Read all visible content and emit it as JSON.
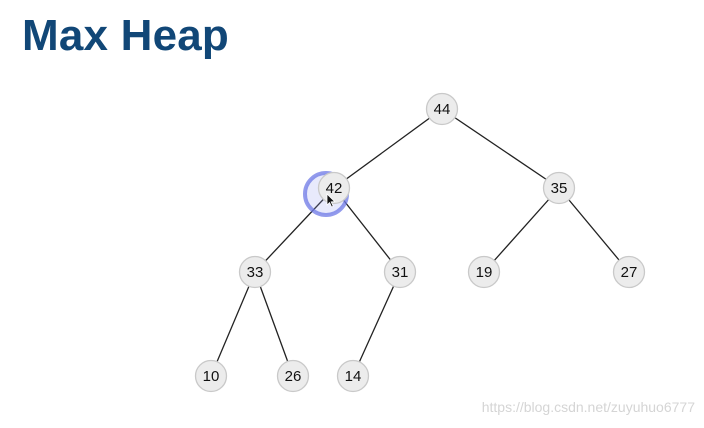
{
  "title": "Max Heap",
  "tree": {
    "nodes": [
      {
        "id": "n0",
        "value": "44",
        "level": 0,
        "slot": 0.0
      },
      {
        "id": "n1",
        "value": "42",
        "level": 1,
        "slot": 0.0
      },
      {
        "id": "n2",
        "value": "35",
        "level": 1,
        "slot": 1.0
      },
      {
        "id": "n3",
        "value": "33",
        "level": 2,
        "slot": 0.0
      },
      {
        "id": "n4",
        "value": "31",
        "level": 2,
        "slot": 1.0
      },
      {
        "id": "n5",
        "value": "19",
        "level": 2,
        "slot": 2.0
      },
      {
        "id": "n6",
        "value": "27",
        "level": 2,
        "slot": 3.0
      },
      {
        "id": "n7",
        "value": "10",
        "level": 3,
        "slot": 0.0
      },
      {
        "id": "n8",
        "value": "26",
        "level": 3,
        "slot": 1.0
      },
      {
        "id": "n9",
        "value": "14",
        "level": 3,
        "slot": 2.0
      }
    ],
    "edges": [
      [
        "n0",
        "n1"
      ],
      [
        "n0",
        "n2"
      ],
      [
        "n1",
        "n3"
      ],
      [
        "n1",
        "n4"
      ],
      [
        "n2",
        "n5"
      ],
      [
        "n2",
        "n6"
      ],
      [
        "n3",
        "n7"
      ],
      [
        "n3",
        "n8"
      ],
      [
        "n4",
        "n9"
      ]
    ],
    "highlighted_node": "n1"
  },
  "watermark": "https://blog.csdn.net/zuyuhuo6777",
  "colors": {
    "title": "#114777",
    "node_fill": "#ececec",
    "node_stroke": "#c9c9c9",
    "edge": "#222222",
    "highlight": "#6e78e6"
  }
}
